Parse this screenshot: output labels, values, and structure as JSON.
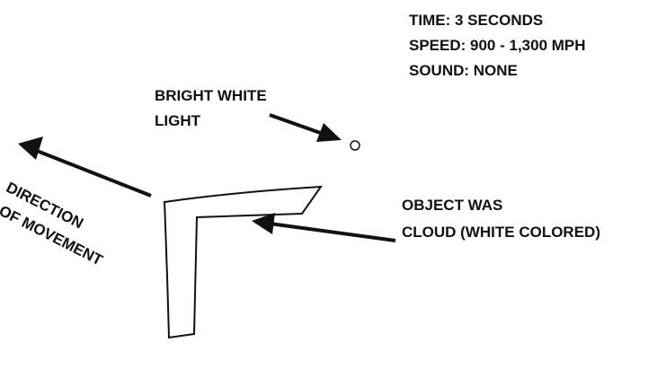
{
  "stats": {
    "time": "TIME:  3 SECONDS",
    "speed": "SPEED: 900 - 1,300 MPH",
    "sound": "SOUND: NONE"
  },
  "labels": {
    "light_line1": "BRIGHT WHITE",
    "light_line2": "LIGHT",
    "direction_line1": "DIRECTION",
    "direction_line2": "OF MOVEMENT",
    "object_line1": "OBJECT WAS",
    "object_line2": "CLOUD (WHITE COLORED)"
  },
  "colors": {
    "ink": "#111111",
    "background": "#ffffff"
  }
}
